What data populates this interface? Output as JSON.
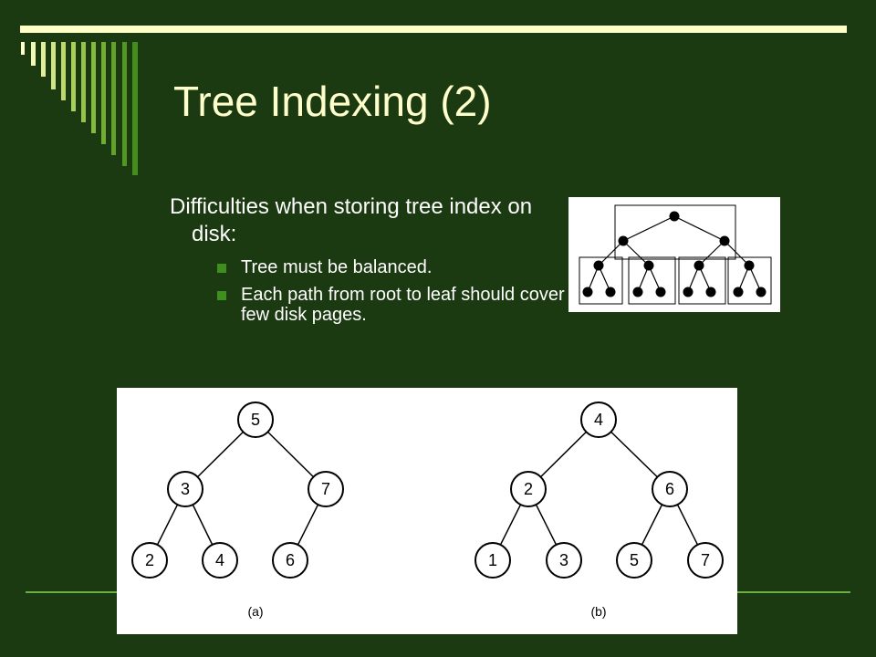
{
  "slide": {
    "title": "Tree Indexing (2)",
    "lead": "Difficulties when storing tree index on disk:",
    "bullets": [
      "Tree must be balanced.",
      "Each path from root to leaf should cover few disk pages."
    ]
  },
  "figure_trees": {
    "tree_a": {
      "root": "5",
      "level2": [
        "3",
        "7"
      ],
      "level3": [
        "2",
        "4",
        "6"
      ],
      "caption": "(a)"
    },
    "tree_b": {
      "root": "4",
      "level2": [
        "2",
        "6"
      ],
      "level3": [
        "1",
        "3",
        "5",
        "7"
      ],
      "caption": "(b)"
    }
  },
  "colors": {
    "background": "#1c3a11",
    "title": "#ffffcc",
    "accent_bar": "#ffffc8",
    "bullet": "#3f8f1f",
    "rule": "#6bae42"
  }
}
